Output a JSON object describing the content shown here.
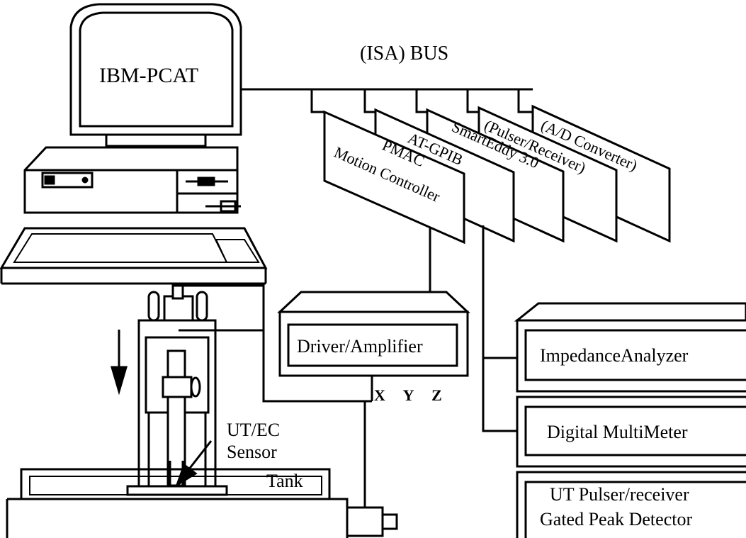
{
  "computer": {
    "label": "IBM-PCAT"
  },
  "bus": {
    "label": "(ISA) BUS"
  },
  "cards": [
    {
      "line1": "PMAC",
      "line2": "Motion Controller"
    },
    {
      "line1": "AT-GPIB",
      "line2": ""
    },
    {
      "line1": "SmartEddy 3.0",
      "line2": ""
    },
    {
      "line1": "(Pulser/Receiver)",
      "line2": ""
    },
    {
      "line1": "(A/D Converter)",
      "line2": ""
    }
  ],
  "driver": {
    "label": "Driver/Amplifier",
    "axes": "X Y Z"
  },
  "instruments": [
    {
      "line1": "ImpedanceAnalyzer",
      "line2": ""
    },
    {
      "line1": "Digital MultiMeter",
      "line2": ""
    },
    {
      "line1": "UT Pulser/receiver",
      "line2": "Gated Peak Detector"
    }
  ],
  "sensor": {
    "line1": "UT/EC",
    "line2": "Sensor"
  },
  "tank": {
    "label": "Tank"
  }
}
